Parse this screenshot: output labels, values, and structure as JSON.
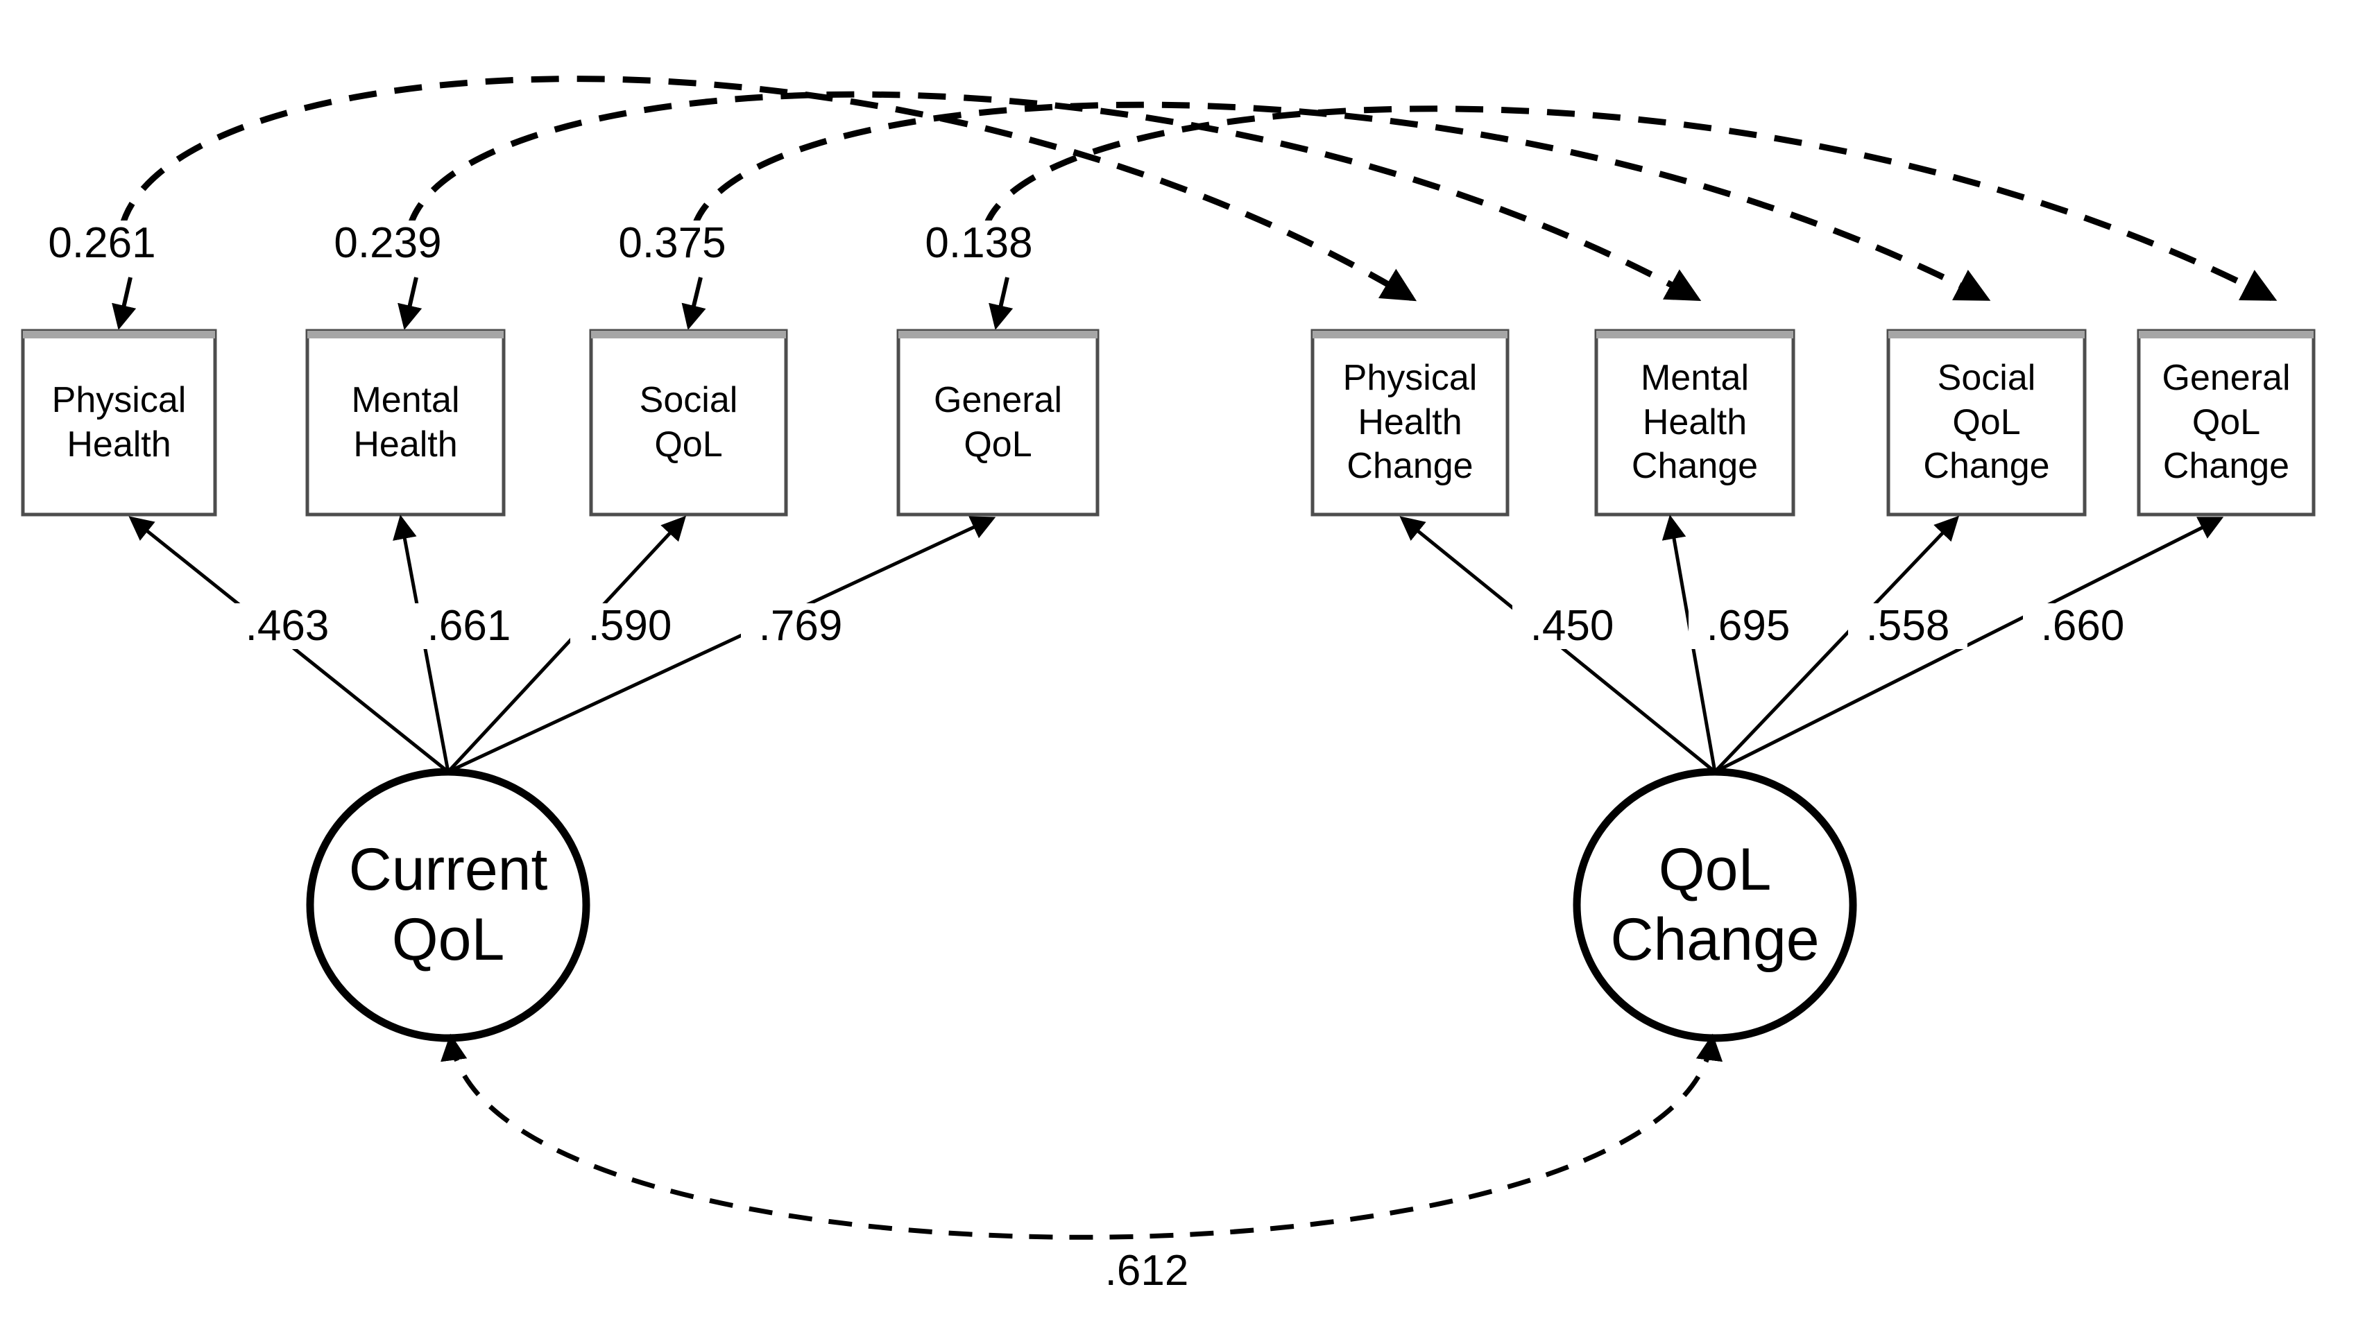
{
  "diagram": {
    "type": "sem-path-diagram",
    "background_color": "#ffffff",
    "line_color": "#000000",
    "box_border_color": "#4d4d4d"
  },
  "latent_factors": [
    {
      "id": "current_qol",
      "line1": "Current",
      "line2": "QoL"
    },
    {
      "id": "qol_change",
      "line1": "QoL",
      "line2": "Change"
    }
  ],
  "indicators": [
    {
      "id": "physical_health",
      "line1": "Physical",
      "line2": "Health",
      "line3": ""
    },
    {
      "id": "mental_health",
      "line1": "Mental",
      "line2": "Health",
      "line3": ""
    },
    {
      "id": "social_qol",
      "line1": "Social",
      "line2": "QoL",
      "line3": ""
    },
    {
      "id": "general_qol",
      "line1": "General",
      "line2": "QoL",
      "line3": ""
    },
    {
      "id": "physical_health_change",
      "line1": "Physical",
      "line2": "Health",
      "line3": "Change"
    },
    {
      "id": "mental_health_change",
      "line1": "Mental",
      "line2": "Health",
      "line3": "Change"
    },
    {
      "id": "social_qol_change",
      "line1": "Social",
      "line2": "QoL",
      "line3": "Change"
    },
    {
      "id": "general_qol_change",
      "line1": "General",
      "line2": "QoL",
      "line3": "Change"
    }
  ],
  "error_correlations": [
    {
      "from": "physical_health",
      "to": "physical_health_change",
      "value": "0.261"
    },
    {
      "from": "mental_health",
      "to": "mental_health_change",
      "value": "0.239"
    },
    {
      "from": "social_qol",
      "to": "social_qol_change",
      "value": "0.375"
    },
    {
      "from": "general_qol",
      "to": "general_qol_change",
      "value": "0.138"
    }
  ],
  "loadings": [
    {
      "factor": "current_qol",
      "indicator": "physical_health",
      "value": ".463"
    },
    {
      "factor": "current_qol",
      "indicator": "mental_health",
      "value": ".661"
    },
    {
      "factor": "current_qol",
      "indicator": "social_qol",
      "value": ".590"
    },
    {
      "factor": "current_qol",
      "indicator": "general_qol",
      "value": ".769"
    },
    {
      "factor": "qol_change",
      "indicator": "physical_health_change",
      "value": ".450"
    },
    {
      "factor": "qol_change",
      "indicator": "mental_health_change",
      "value": ".695"
    },
    {
      "factor": "qol_change",
      "indicator": "social_qol_change",
      "value": ".558"
    },
    {
      "factor": "qol_change",
      "indicator": "general_qol_change",
      "value": ".660"
    }
  ],
  "factor_correlation": {
    "from": "current_qol",
    "to": "qol_change",
    "value": ".612"
  },
  "chart_data": {
    "type": "diagram",
    "title": "",
    "nodes": [
      {
        "name": "Physical Health",
        "shape": "rect"
      },
      {
        "name": "Mental Health",
        "shape": "rect"
      },
      {
        "name": "Social QoL",
        "shape": "rect"
      },
      {
        "name": "General QoL",
        "shape": "rect"
      },
      {
        "name": "Physical Health Change",
        "shape": "rect"
      },
      {
        "name": "Mental Health Change",
        "shape": "rect"
      },
      {
        "name": "Social QoL Change",
        "shape": "rect"
      },
      {
        "name": "General QoL Change",
        "shape": "rect"
      },
      {
        "name": "Current QoL",
        "shape": "ellipse"
      },
      {
        "name": "QoL Change",
        "shape": "ellipse"
      }
    ],
    "edges": [
      {
        "source": "Current QoL",
        "target": "Physical Health",
        "label": ".463",
        "style": "solid"
      },
      {
        "source": "Current QoL",
        "target": "Mental Health",
        "label": ".661",
        "style": "solid"
      },
      {
        "source": "Current QoL",
        "target": "Social QoL",
        "label": ".590",
        "style": "solid"
      },
      {
        "source": "Current QoL",
        "target": "General QoL",
        "label": ".769",
        "style": "solid"
      },
      {
        "source": "QoL Change",
        "target": "Physical Health Change",
        "label": ".450",
        "style": "solid"
      },
      {
        "source": "QoL Change",
        "target": "Mental Health Change",
        "label": ".695",
        "style": "solid"
      },
      {
        "source": "QoL Change",
        "target": "Social QoL Change",
        "label": ".558",
        "style": "solid"
      },
      {
        "source": "QoL Change",
        "target": "General QoL Change",
        "label": ".660",
        "style": "solid"
      },
      {
        "source": "Physical Health",
        "target": "Physical Health Change",
        "label": "0.261",
        "style": "dashed"
      },
      {
        "source": "Mental Health",
        "target": "Mental Health Change",
        "label": "0.239",
        "style": "dashed"
      },
      {
        "source": "Social QoL",
        "target": "Social QoL Change",
        "label": "0.375",
        "style": "dashed"
      },
      {
        "source": "General QoL",
        "target": "General QoL Change",
        "label": "0.138",
        "style": "dashed"
      },
      {
        "source": "Current QoL",
        "target": "QoL Change",
        "label": ".612",
        "style": "dashed"
      }
    ]
  }
}
